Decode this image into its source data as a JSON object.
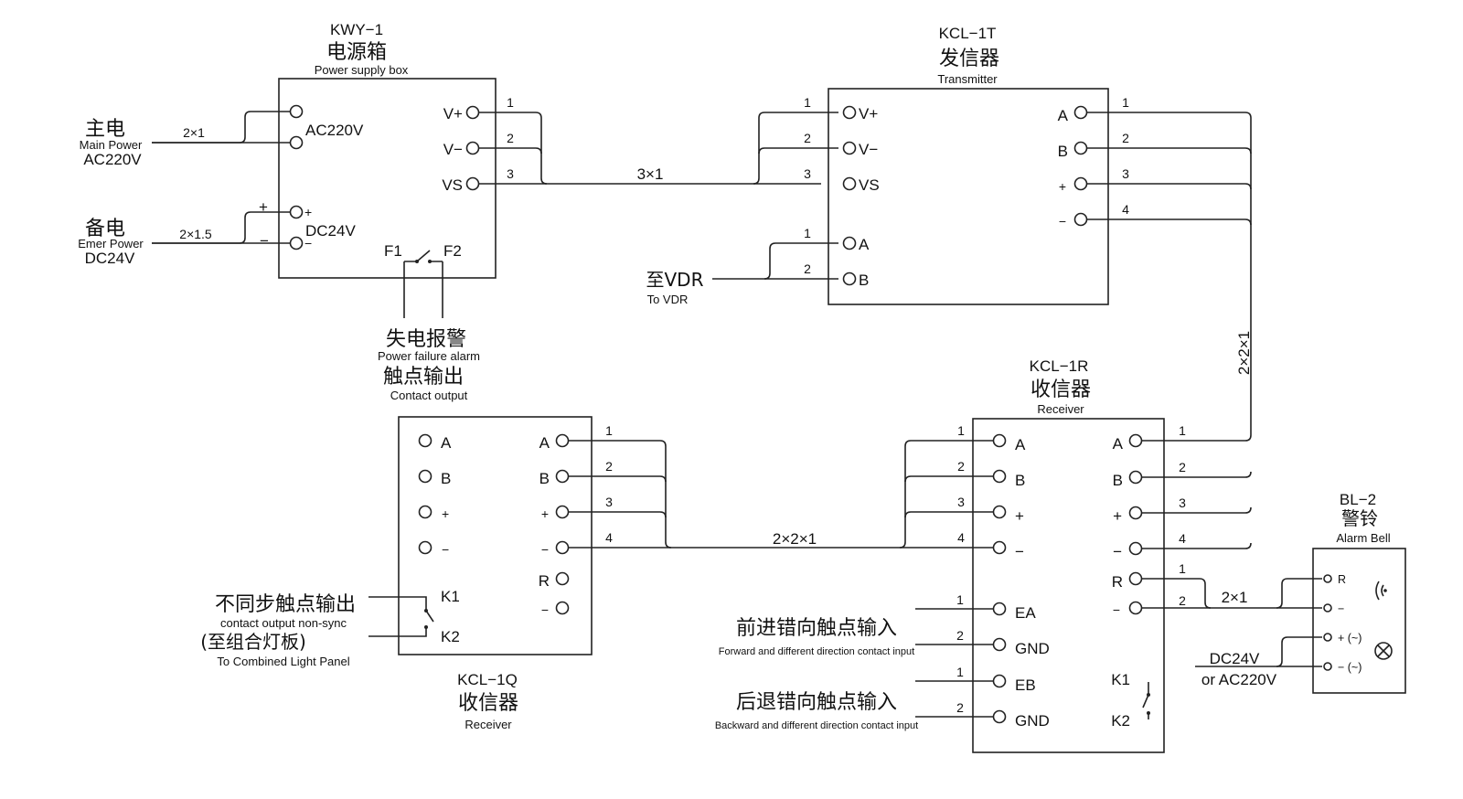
{
  "kwy": {
    "model": "KWY−1",
    "cn": "电源箱",
    "en": "Power supply box",
    "ac": "AC220V",
    "dc": "DC24V",
    "vplus": "V+",
    "vminus": "V−",
    "vs": "VS",
    "dcplus": "+",
    "dcminus": "−",
    "f1": "F1",
    "f2": "F2"
  },
  "main_power": {
    "cn": "主电",
    "en": "Main Power",
    "v": "AC220V",
    "cable": "2×1"
  },
  "emer_power": {
    "cn": "备电",
    "en": "Emer Power",
    "v": "DC24V",
    "cable": "2×1.5",
    "plus": "+",
    "minus": "−"
  },
  "alarm": {
    "cn1": "失电报警",
    "en1": "Power failure alarm",
    "cn2": "触点输出",
    "en2": "Contact output"
  },
  "kclt": {
    "model": "KCL−1T",
    "cn": "发信器",
    "en": "Transmitter",
    "vplus": "V+",
    "vminus": "V−",
    "vs": "VS",
    "a": "A",
    "b": "B",
    "ra": "A",
    "rb": "B",
    "rp": "+",
    "rm": "−"
  },
  "vdr": {
    "cn": "至VDR",
    "en": "To VDR"
  },
  "cable_3x1": "3×1",
  "cable_2x2x1_v": "2×2×1",
  "cable_2x2x1_h": "2×2×1",
  "cable_2x1_bell": "2×1",
  "kclq": {
    "model": "KCL−1Q",
    "cn": "收信器",
    "en": "Receiver",
    "la": "A",
    "lb": "B",
    "lp": "+",
    "lm": "−",
    "ra": "A",
    "rb": "B",
    "rp": "+",
    "rm": "−",
    "r": "R",
    "rm2": "−",
    "k1": "K1",
    "k2": "K2"
  },
  "nonsync": {
    "cn": "不同步触点输出",
    "en": "contact output non-sync",
    "cn2": "(至组合灯板)",
    "en2": "To Combined Light Panel"
  },
  "kclr": {
    "model": "KCL−1R",
    "cn": "收信器",
    "en": "Receiver",
    "la": "A",
    "lb": "B",
    "lp": "+",
    "lm": "−",
    "ea": "EA",
    "gnd1": "GND",
    "eb": "EB",
    "gnd2": "GND",
    "ra": "A",
    "rb": "B",
    "rp": "+",
    "rm": "−",
    "r": "R",
    "rm2": "−",
    "k1": "K1",
    "k2": "K2"
  },
  "fwd": {
    "cn": "前进错向触点输入",
    "en": "Forward and different direction contact input"
  },
  "bwd": {
    "cn": "后退错向触点输入",
    "en": "Backward and different direction contact input"
  },
  "bell": {
    "model": "BL−2",
    "cn": "警铃",
    "en": "Alarm Bell",
    "r": "R",
    "m": "−",
    "p": "+ (~)",
    "m2": "− (~)"
  },
  "bell_supply": {
    "l1": "DC24V",
    "l2": "or  AC220V"
  },
  "pins": {
    "p1": "1",
    "p2": "2",
    "p3": "3",
    "p4": "4"
  }
}
